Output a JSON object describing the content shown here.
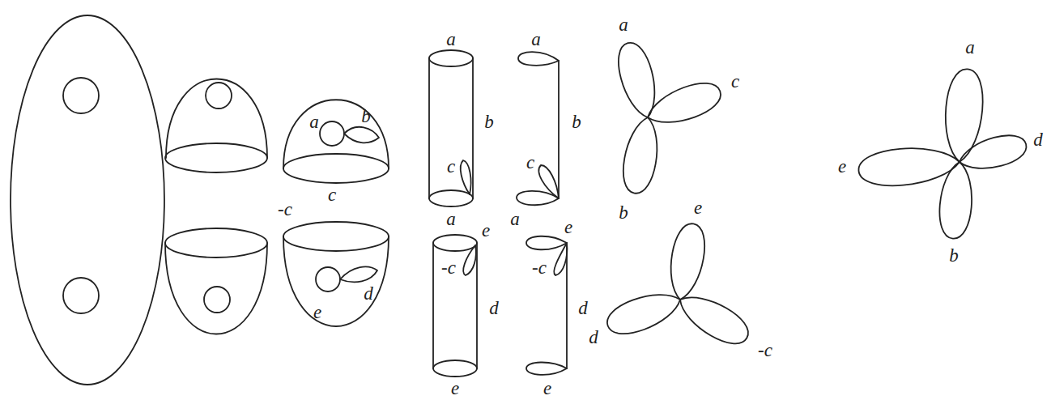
{
  "diagram": {
    "labels": [
      "a",
      "b",
      "c",
      "a",
      "c",
      "b",
      "a",
      "a",
      "c",
      "b",
      "a",
      "a",
      "c",
      "b",
      "a",
      "d",
      "e",
      "b",
      "-c",
      "d",
      "e",
      "e",
      "-c",
      "d",
      "e",
      "e",
      "-c",
      "d",
      "e",
      "e",
      "-c",
      "d"
    ]
  }
}
